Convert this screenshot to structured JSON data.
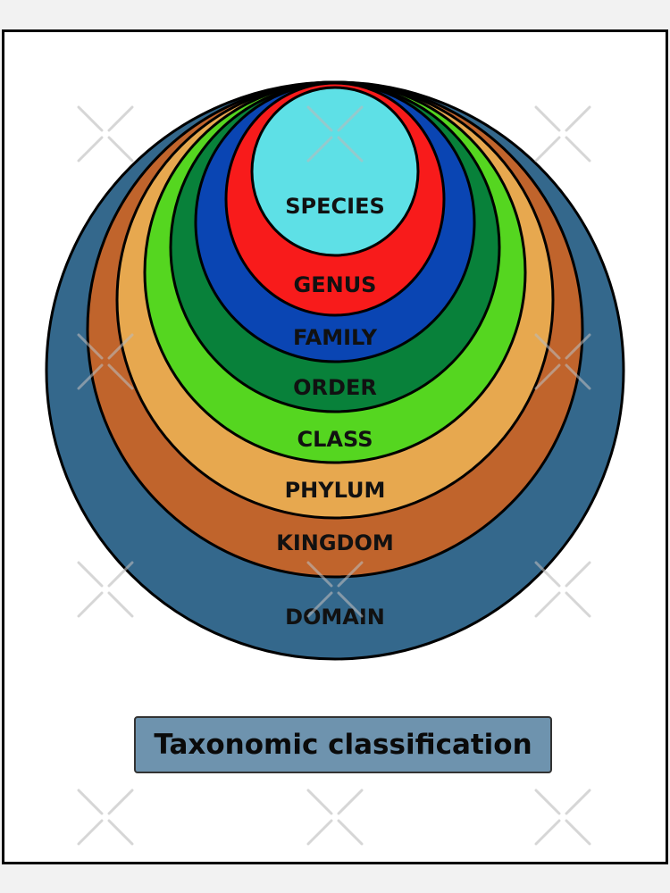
{
  "title": "Taxonomic classification",
  "levels": [
    {
      "name": "DOMAIN",
      "color": "#34688c"
    },
    {
      "name": "KINGDOM",
      "color": "#c0642c"
    },
    {
      "name": "PHYLUM",
      "color": "#e7a84f"
    },
    {
      "name": "CLASS",
      "color": "#55d620"
    },
    {
      "name": "ORDER",
      "color": "#08813a"
    },
    {
      "name": "FAMILY",
      "color": "#0a45b3"
    },
    {
      "name": "GENUS",
      "color": "#f81b1b"
    },
    {
      "name": "SPECIES",
      "color": "#5ee0e6"
    }
  ]
}
